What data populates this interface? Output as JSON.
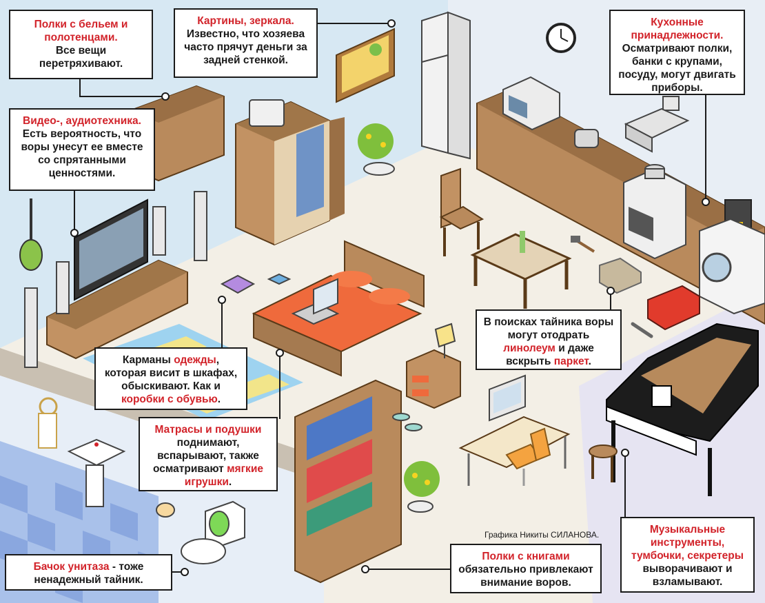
{
  "callouts": {
    "linen": {
      "title": "Полки с бельем и полотенцами.",
      "body": "Все вещи перетряхивают."
    },
    "pictures": {
      "title": "Картины, зеркала.",
      "body": "Известно, что хозяева часто прячут деньги за задней стенкой."
    },
    "kitchen": {
      "title": "Кухонные принадлежности.",
      "body": "Осматривают полки, банки с крупами, посуду, могут двигать приборы."
    },
    "video": {
      "title": "Видео-, аудиотехника.",
      "body": "Есть вероятность, что воры унесут ее вместе со спрятанными ценностями."
    },
    "floor": {
      "t1": "В поисках тайника воры могут отодрать",
      "hl1": "линолеум",
      "t2": "и даже вскрыть",
      "hl2": "паркет",
      "t3": "."
    },
    "pockets": {
      "t1": "Карманы",
      "hl1": "одежды",
      "t2": ", которая висит в шкафах, обыскивают. Как и",
      "hl2": "коробки с обувью",
      "t3": "."
    },
    "mattress": {
      "hl1": "Матрасы и подушки",
      "t1": "поднимают, вспарывают, также осматривают",
      "hl2": "мягкие игрушки",
      "t2": "."
    },
    "music": {
      "title": "Музыкальные инструменты, тумбочки, секретеры",
      "body": "выворачивают и взламывают."
    },
    "books": {
      "title": "Полки с книгами",
      "body": "обязательно привлекают внимание воров."
    },
    "toilet": {
      "hl": "Бачок унитаза",
      "body": "- тоже ненадежный тайник."
    }
  },
  "credit": "Графика Никиты СИЛАНОВА.",
  "colors": {
    "accent_red": "#d2232a",
    "wall": "#cfe3ef",
    "floor": "#f3efe6",
    "wood": "#b98a5c",
    "wood_dark": "#8e6238",
    "bed_orange": "#ef6a3c",
    "tile_blue": "#9fb8e6"
  },
  "icons": [
    "clock-icon",
    "fridge-icon",
    "microwave-icon",
    "toaster-icon",
    "range-hood-icon",
    "stove-icon",
    "pot-icon",
    "coffee-maker-icon",
    "washing-machine-icon",
    "wardrobe-icon",
    "painting-icon",
    "plant-icon",
    "chair-icon",
    "table-icon",
    "hammer-icon",
    "floorboard-icon",
    "toolbox-icon",
    "wrench-icon",
    "grand-piano-icon",
    "stool-icon",
    "desk-icon",
    "monitor-icon",
    "office-chair-icon",
    "lamp-icon",
    "nightstand-icon",
    "bed-icon",
    "laptop-icon",
    "bookcase-icon",
    "tv-icon",
    "speaker-icon",
    "guitar-icon",
    "rug-icon",
    "sink-icon",
    "towel-rack-icon",
    "toilet-icon",
    "toilet-paper-icon",
    "slippers-icon"
  ]
}
